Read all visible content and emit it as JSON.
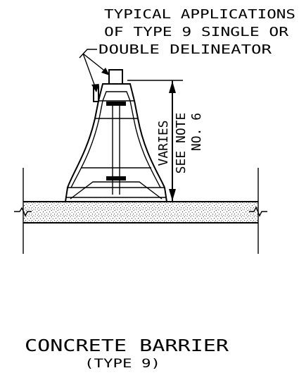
{
  "callout": {
    "line1": "TYPICAL APPLICATIONS",
    "line2": "OF TYPE 9 SINGLE OR",
    "line3": "DOUBLE DELINEATOR"
  },
  "dimension": {
    "varies": "VARIES",
    "note_line1": "SEE NOTE",
    "note_line2": "NO. 6"
  },
  "caption": {
    "title": "CONCRETE BARRIER",
    "subtitle": "(TYPE 9)"
  }
}
